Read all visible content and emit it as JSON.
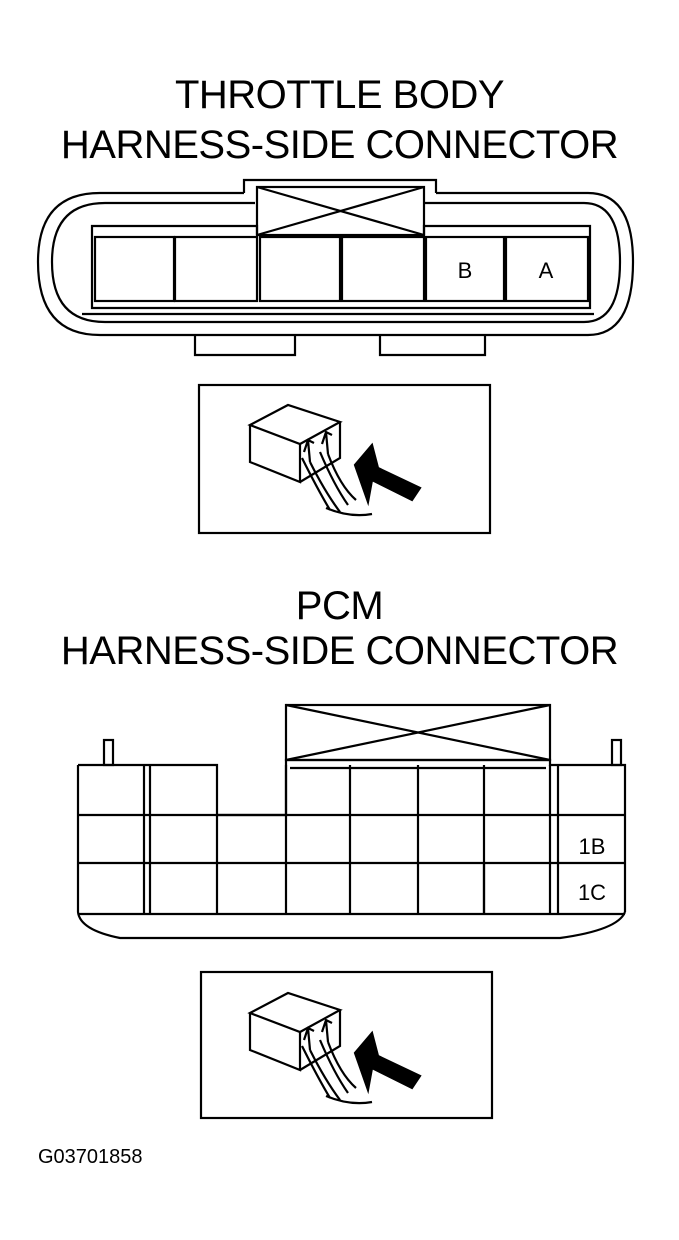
{
  "throttle": {
    "title_line1": "THROTTLE BODY",
    "title_line2": "HARNESS-SIDE CONNECTOR",
    "pins": {
      "b": "B",
      "a": "A"
    }
  },
  "pcm": {
    "title_line1": "PCM",
    "title_line2": "HARNESS-SIDE CONNECTOR",
    "pins": {
      "1b": "1B",
      "1c": "1C"
    }
  },
  "figure_id": "G03701858",
  "colors": {
    "ink": "#000000",
    "paper": "#ffffff"
  },
  "icons": {
    "probe": "back-probe-connector-icon"
  }
}
